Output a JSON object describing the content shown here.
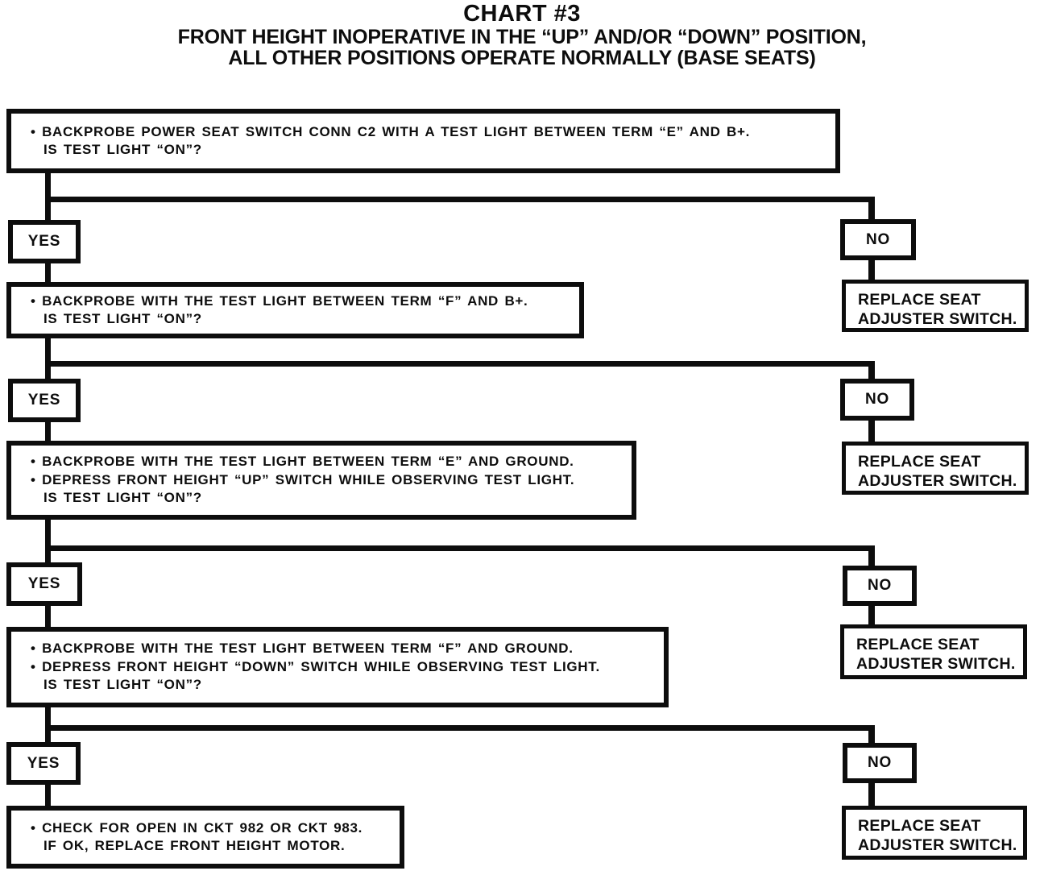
{
  "title": {
    "line1": "CHART #3",
    "line2": "FRONT HEIGHT INOPERATIVE IN THE “UP” AND/OR “DOWN” POSITION,",
    "line3": "ALL OTHER POSITIONS OPERATE NORMALLY (BASE SEATS)"
  },
  "labels": {
    "yes": "YES",
    "no": "NO"
  },
  "replace_outcome": {
    "line1": "REPLACE SEAT",
    "line2": "ADJUSTER SWITCH."
  },
  "steps": [
    {
      "name": "step-1",
      "lines": [
        "• BACKPROBE POWER SEAT SWITCH CONN C2 WITH A TEST LIGHT BETWEEN TERM “E” AND B+.",
        "IS TEST LIGHT “ON”?"
      ]
    },
    {
      "name": "step-2",
      "lines": [
        "• BACKPROBE WITH THE TEST LIGHT BETWEEN TERM “F” AND B+.",
        "IS TEST LIGHT “ON”?"
      ]
    },
    {
      "name": "step-3",
      "lines": [
        "• BACKPROBE WITH THE TEST LIGHT BETWEEN TERM “E” AND GROUND.",
        "• DEPRESS FRONT HEIGHT “UP” SWITCH WHILE OBSERVING TEST LIGHT.",
        "IS TEST LIGHT “ON”?"
      ]
    },
    {
      "name": "step-4",
      "lines": [
        "• BACKPROBE WITH THE TEST LIGHT BETWEEN TERM “F” AND GROUND.",
        "• DEPRESS FRONT HEIGHT “DOWN” SWITCH WHILE OBSERVING TEST LIGHT.",
        "IS TEST LIGHT “ON”?"
      ]
    },
    {
      "name": "final-action",
      "lines": [
        "• CHECK FOR OPEN IN CKT 982 OR CKT 983.",
        "IF OK, REPLACE FRONT HEIGHT MOTOR."
      ]
    }
  ],
  "colors": {
    "ink": "#0d0d0d",
    "paper": "#ffffff"
  }
}
